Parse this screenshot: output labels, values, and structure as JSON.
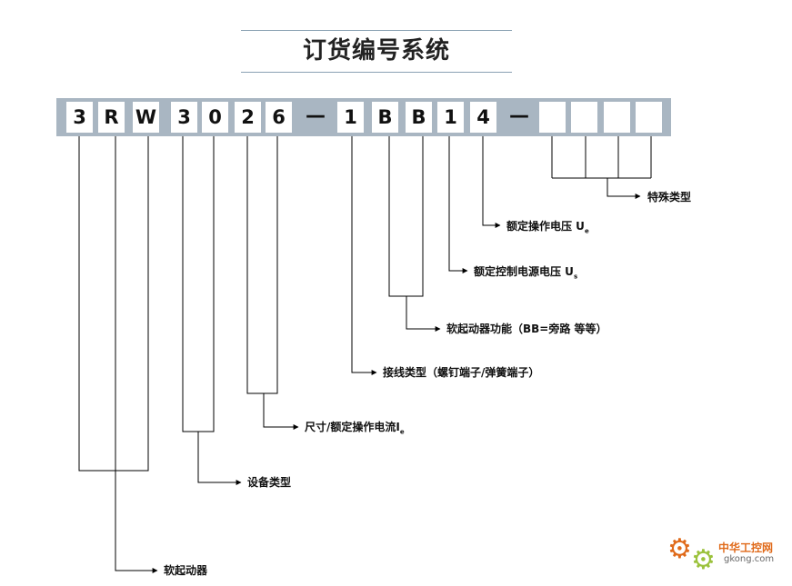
{
  "title": "订货编号系统",
  "code_cells": [
    "3",
    "R",
    "W",
    "3",
    "0",
    "2",
    "6",
    "1",
    "B",
    "B",
    "1",
    "4",
    "",
    "",
    "",
    ""
  ],
  "separator": "—",
  "labels": {
    "special_type": "特殊类型",
    "rated_voltage_prefix": "额定操作电压 U",
    "rated_voltage_sub": "e",
    "control_voltage_prefix": "额定控制电源电压 U",
    "control_voltage_sub": "s",
    "starter_function": "软起动器功能（BB=旁路 等等）",
    "connection_type": "接线类型（螺钉端子/弹簧端子）",
    "size_current_prefix": "尺寸/额定操作电流I",
    "size_current_sub": "e",
    "device_type": "设备类型",
    "soft_starter": "软起动器"
  },
  "watermark": {
    "name": "中华工控网",
    "url": "gkong.com"
  },
  "colors": {
    "bar": "#a9b6c2",
    "rule": "#8aa1b3",
    "line": "#000000",
    "logo_orange": "#e06a1a",
    "logo_green": "#9bc23c"
  }
}
